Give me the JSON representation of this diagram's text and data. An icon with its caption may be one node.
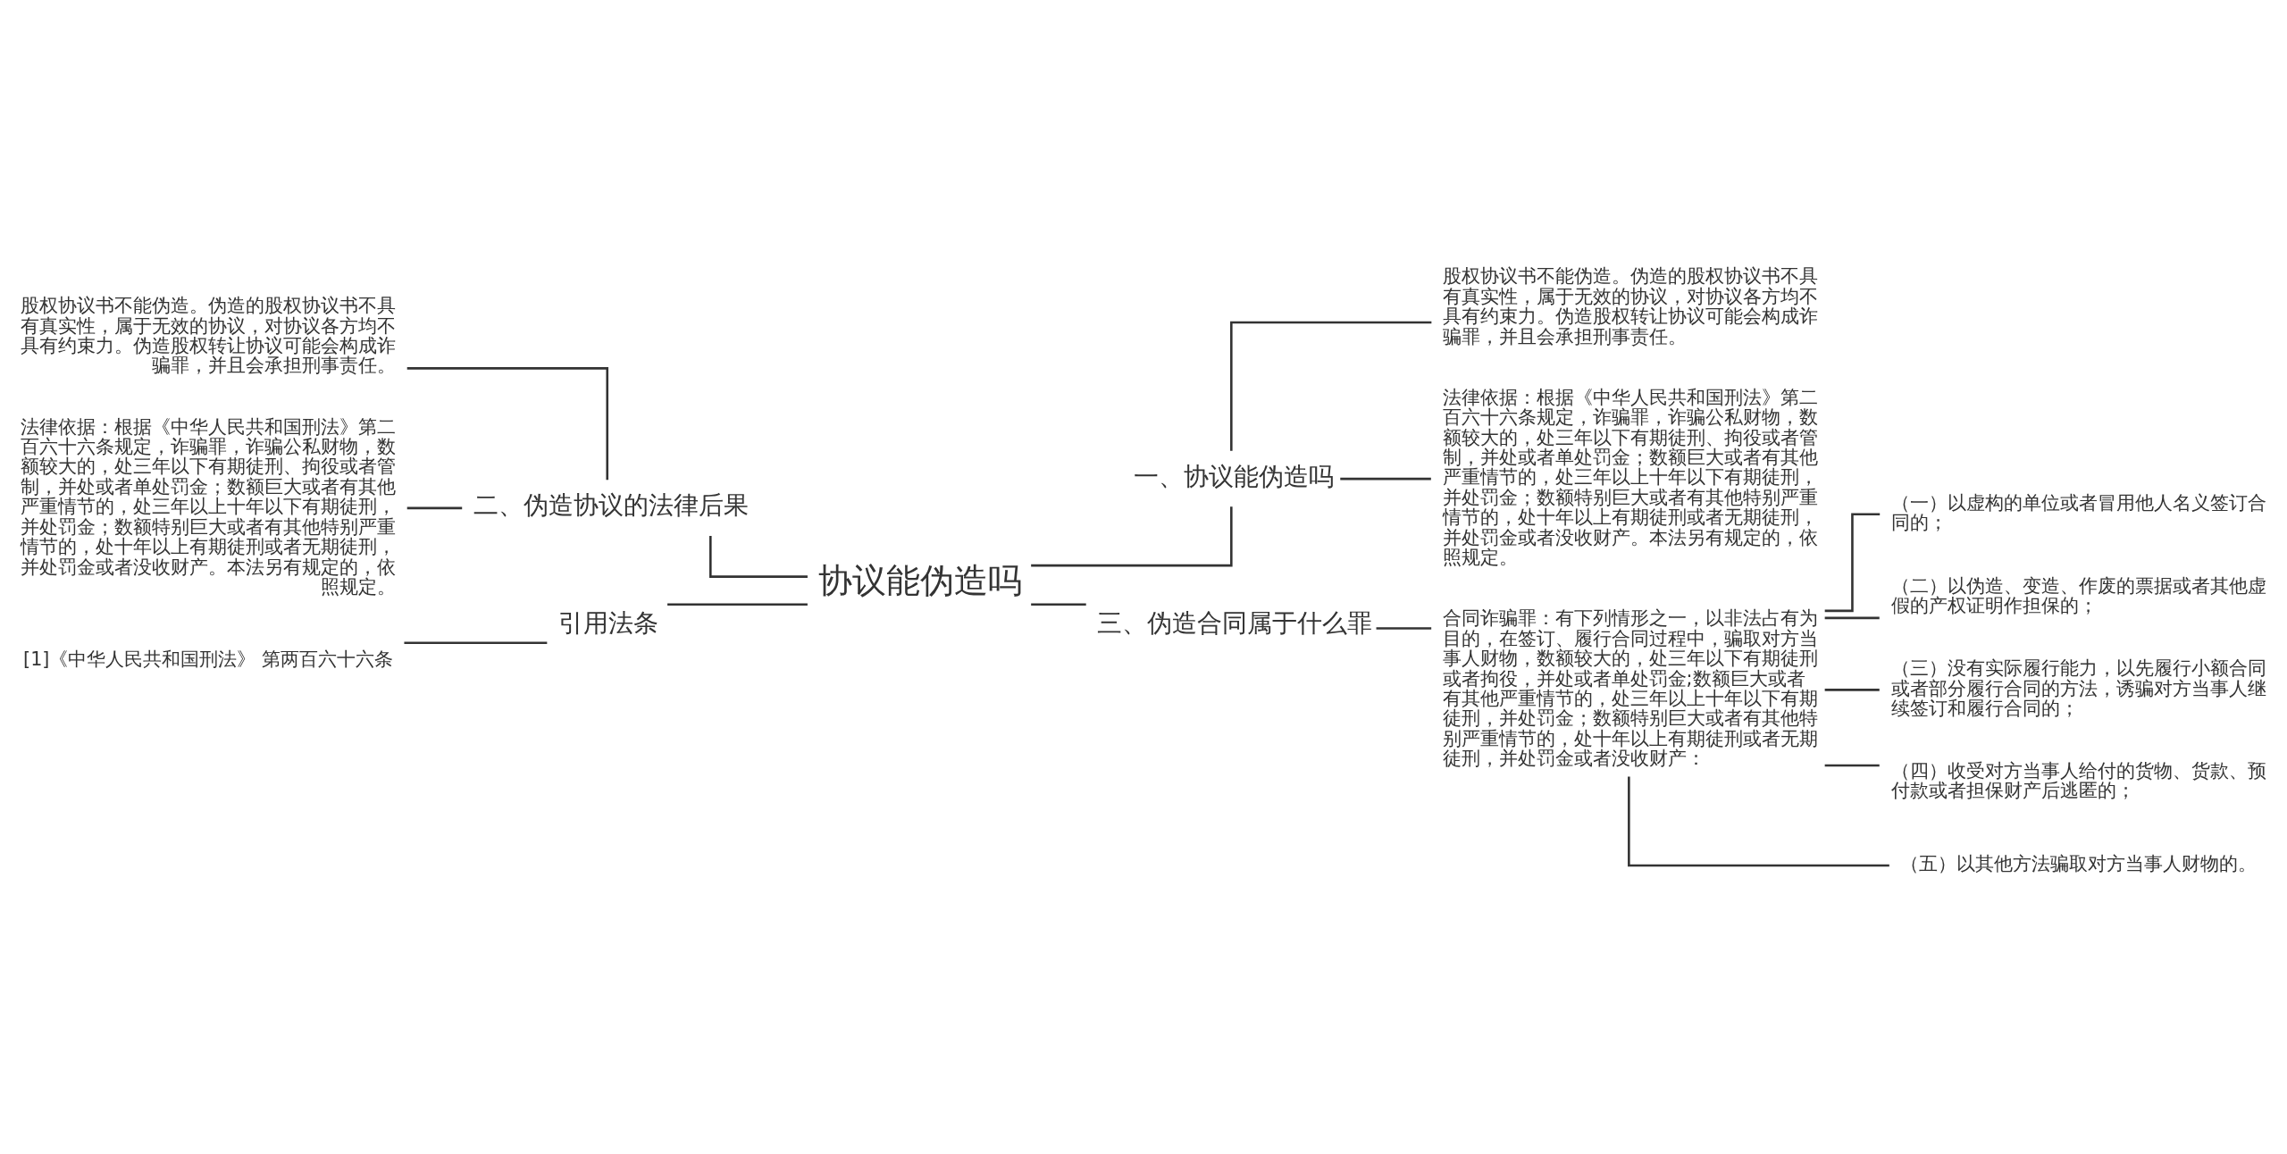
{
  "diagram": {
    "nodes": [
      {
        "text": [
          "协议能伪造吗"
        ]
      },
      {
        "text": [
          "一、协议能伪造吗"
        ]
      },
      {
        "text": [
          "股权协议书不能伪造。伪造的股权协议书不具有真实性，属于无效的协议，对协议各方均不具有约束力。伪造股权转让协议可能会构成诈骗罪，并且会承担刑事责任。"
        ]
      },
      {
        "text": [
          "法律依据：根据《中华人民共和国刑法》第二百六十六条规定，诈骗罪，诈骗公私财物，数额较大的，处三年以下有期徒刑、拘役或者管制，并处或者单处罚金；数额巨大或者有其他严重情节的，处三年以上十年以下有期徒刑，并处罚金；数额特别巨大或者有其他特别严重情节的，处十年以上有期徒刑或者无期徒刑，并处罚金或者没收财产。本法另有规定的，依照规定。"
        ]
      },
      {
        "text": [
          "三、伪造合同属于什么罪"
        ]
      },
      {
        "text": [
          "合同诈骗罪：有下列情形之一，以非法占有为目的，在签订、履行合同过程中，骗取对方当事人财物，数额较大的，处三年以下有期徒刑或者拘役，并处或者单处罚金;数额巨大或者有其他严重情节的，处三年以上十年以下有期徒刑，并处罚金；数额特别巨大或者有其他特别严重情节的，处十年以上有期徒刑或者无期徒刑，并处罚金或者没收财产："
        ]
      },
      {
        "text": [
          "（一）以虚构的单位或者冒用他人名义签订合同的；"
        ]
      },
      {
        "text": [
          "（二）以伪造、变造、作废的票据或者其他虚假的产权证明作担保的；"
        ]
      },
      {
        "text": [
          "（三）没有实际履行能力，以先履行小额合同或者部分履行合同的方法，诱骗对方当事人继续签订和履行合同的；"
        ]
      },
      {
        "text": [
          "（四）收受对方当事人给付的货物、货款、预付款或者担保财产后逃匿的；"
        ]
      },
      {
        "text": [
          "（五）以其他方法骗取对方当事人财物的。"
        ]
      },
      {
        "text": [
          "二、伪造协议的法律后果"
        ]
      },
      {
        "text": [
          "股权协议书不能伪造。伪造的股权协议书不具有真实性，属于无效的协议，对协议各方均不具有约束力。伪造股权转让协议可能会构成诈骗罪，并且会承担刑事责任。"
        ]
      },
      {
        "text": [
          "法律依据：根据《中华人民共和国刑法》第二百六十六条规定，诈骗罪，诈骗公私财物，数额较大的，处三年以下有期徒刑、拘役或者管制，并处或者单处罚金；数额巨大或者有其他严重情节的，处三年以上十年以下有期徒刑，并处罚金；数额特别巨大或者有其他特别严重情节的，处十年以上有期徒刑或者无期徒刑，并处罚金或者没收财产。本法另有规定的，依照规定。"
        ]
      },
      {
        "text": [
          "引用法条"
        ]
      },
      {
        "text": [
          "[1]《中华人民共和国刑法》 第两百六十六条"
        ]
      }
    ],
    "edges": [
      {
        "from": 0,
        "to": 1,
        "arrow": "none"
      },
      {
        "from": 1,
        "to": 2,
        "arrow": "none"
      },
      {
        "from": 1,
        "to": 3,
        "arrow": "none"
      },
      {
        "from": 0,
        "to": 4,
        "arrow": "none"
      },
      {
        "from": 4,
        "to": 5,
        "arrow": "none"
      },
      {
        "from": 5,
        "to": 6,
        "arrow": "none"
      },
      {
        "from": 5,
        "to": 7,
        "arrow": "none"
      },
      {
        "from": 5,
        "to": 8,
        "arrow": "none"
      },
      {
        "from": 5,
        "to": 9,
        "arrow": "none"
      },
      {
        "from": 5,
        "to": 10,
        "arrow": "none"
      },
      {
        "from": 0,
        "to": 11,
        "arrow": "none"
      },
      {
        "from": 11,
        "to": 12,
        "arrow": "none"
      },
      {
        "from": 11,
        "to": 13,
        "arrow": "none"
      },
      {
        "from": 0,
        "to": 14,
        "arrow": "none"
      },
      {
        "from": 14,
        "to": 15,
        "arrow": "none"
      }
    ]
  }
}
